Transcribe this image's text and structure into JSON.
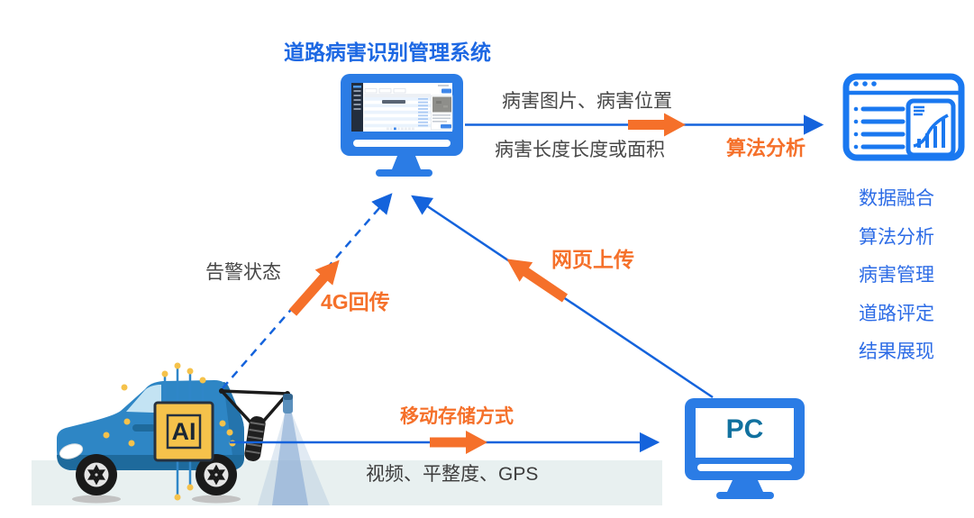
{
  "title": "道路病害识别管理系统",
  "flow_top": {
    "label_line1": "病害图片、病害位置",
    "label_line2": "病害长度长度或面积",
    "badge": "算法分析"
  },
  "flow_4g": {
    "label": "告警状态",
    "badge": "4G回传"
  },
  "flow_web_upload": {
    "badge": "网页上传"
  },
  "flow_storage": {
    "badge": "移动存储方式",
    "label": "视频、平整度、GPS"
  },
  "platform_functions": [
    "数据融合",
    "算法分析",
    "病害管理",
    "道路评定",
    "结果展现"
  ],
  "pc": {
    "label": "PC"
  },
  "vehicle": {
    "chip_label": "AI"
  },
  "colors": {
    "line_blue": "#1463dc",
    "icon_blue": "#2b7ce5",
    "browser_blue": "#1a78f0",
    "title_blue": "#1d68e3",
    "list_blue": "#2d6ce6",
    "accent_orange": "#f5702a",
    "text_gray": "#474747",
    "car_blue": "#2e86c5",
    "chip_yellow": "#f5c24b",
    "ground": "#e8f0f0",
    "pc_text": "#11719f"
  }
}
